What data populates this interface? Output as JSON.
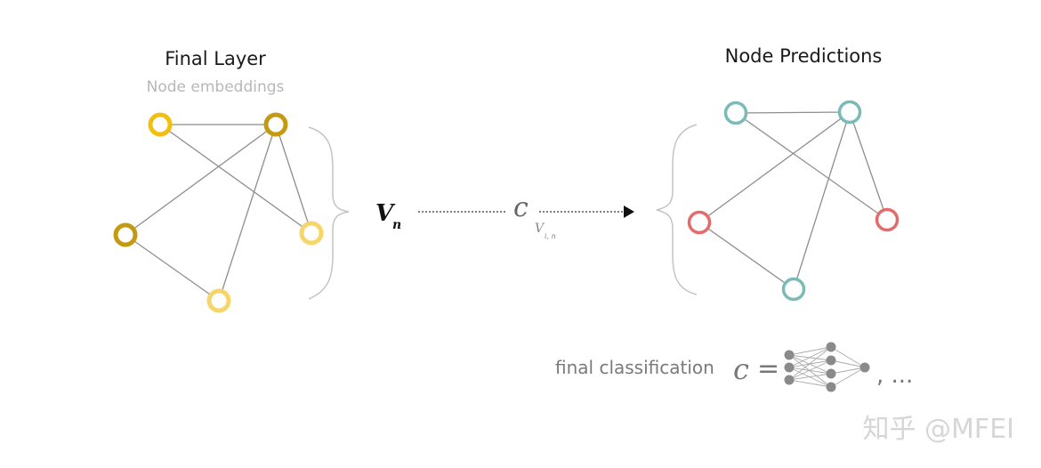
{
  "left_panel": {
    "title": "Final Layer",
    "subtitle": "Node embeddings",
    "colors": {
      "light": "#f2bf10",
      "dark": "#c49a13",
      "pale": "#f6d66a"
    }
  },
  "right_panel": {
    "title": "Node Predictions",
    "colors": {
      "teal": "#7abbb7",
      "red": "#e36b6b"
    }
  },
  "middle": {
    "input_symbol": "V",
    "input_subscript": "n",
    "function_symbol": "c",
    "function_subscript_base": "V",
    "function_subscript_index": "i, n"
  },
  "footer": {
    "caption": "final classification",
    "math_lhs": "c",
    "equals": "=",
    "ellipsis": ", ..."
  },
  "watermark": "知乎 @MFEI"
}
